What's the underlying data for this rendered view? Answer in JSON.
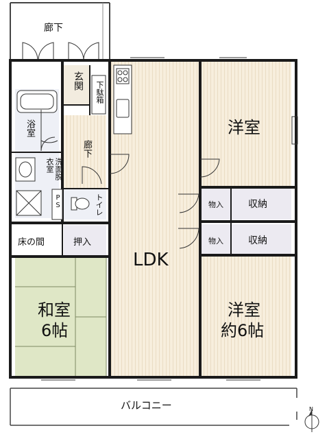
{
  "rooms": {
    "hallway_outer": "廊下",
    "entrance": "玄関",
    "shoe_box": "下駄箱",
    "bath": "浴室",
    "hallway_inner": "廊下",
    "washroom": "洗面脱衣室",
    "ps": "PS",
    "toilet": "トイレ",
    "tokonoma": "床の間",
    "oshiire": "押入",
    "washitsu_name": "和室",
    "washitsu_size": "6帖",
    "ldk": "LDK",
    "youshitsu1": "洋室",
    "closet1_mono": "物入",
    "closet1_shuno": "収納",
    "closet2_mono": "物入",
    "closet2_shuno": "収納",
    "youshitsu2_name": "洋室",
    "youshitsu2_size": "約6帖",
    "balcony": "バルコニー"
  },
  "compass_label": "N",
  "colors": {
    "wall": "#1a1a1a",
    "tatami": "#dfe7c6",
    "flooring": "#f7eedd",
    "wet_area": "#eef0f6",
    "storage": "#eceaf1",
    "outline": "#8a8a8a"
  }
}
